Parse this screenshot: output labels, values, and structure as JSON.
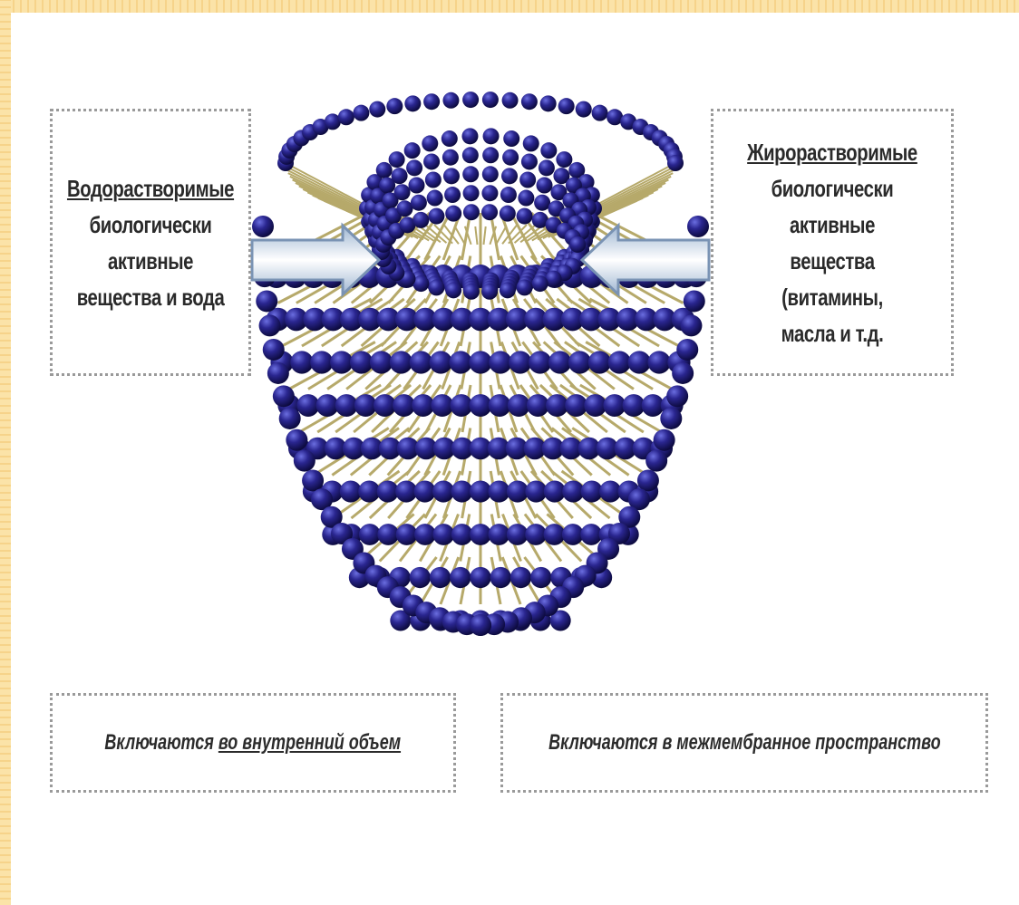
{
  "left_box": {
    "heading": "Водорастворимые",
    "lines": [
      "биологически",
      "активные",
      "вещества и вода"
    ]
  },
  "right_box": {
    "heading": "Жирорастворимые",
    "lines": [
      "биологически активные",
      "вещества (витамины,",
      "масла и т.д."
    ]
  },
  "bottom_left": {
    "prefix": "Включаются ",
    "underlined": "во внутренний объем"
  },
  "bottom_right": {
    "text": "Включаются в межмембранное пространство"
  },
  "colors": {
    "sphere": "#1c1870",
    "sphere_highlight": "#5c5fd8",
    "tail": "#b6a96a",
    "arrow": "#d9e6f2",
    "arrow_edge": "#7a93b4",
    "border": "#f6d38a"
  },
  "icons": {
    "left_arrow": "arrow-right-icon",
    "right_arrow": "arrow-left-icon"
  }
}
